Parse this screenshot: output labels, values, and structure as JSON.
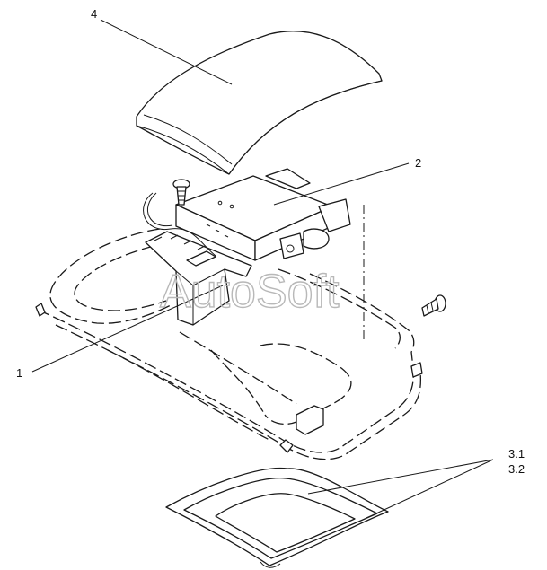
{
  "callouts": {
    "part_1": "1",
    "part_2": "2",
    "part_3_1": "3.1",
    "part_3_2": "3.2",
    "part_4": "4"
  },
  "watermark": "AutoSoft",
  "colors": {
    "line": "#1a1a1a",
    "watermark": "#b8b8b8",
    "background": "#ffffff"
  }
}
